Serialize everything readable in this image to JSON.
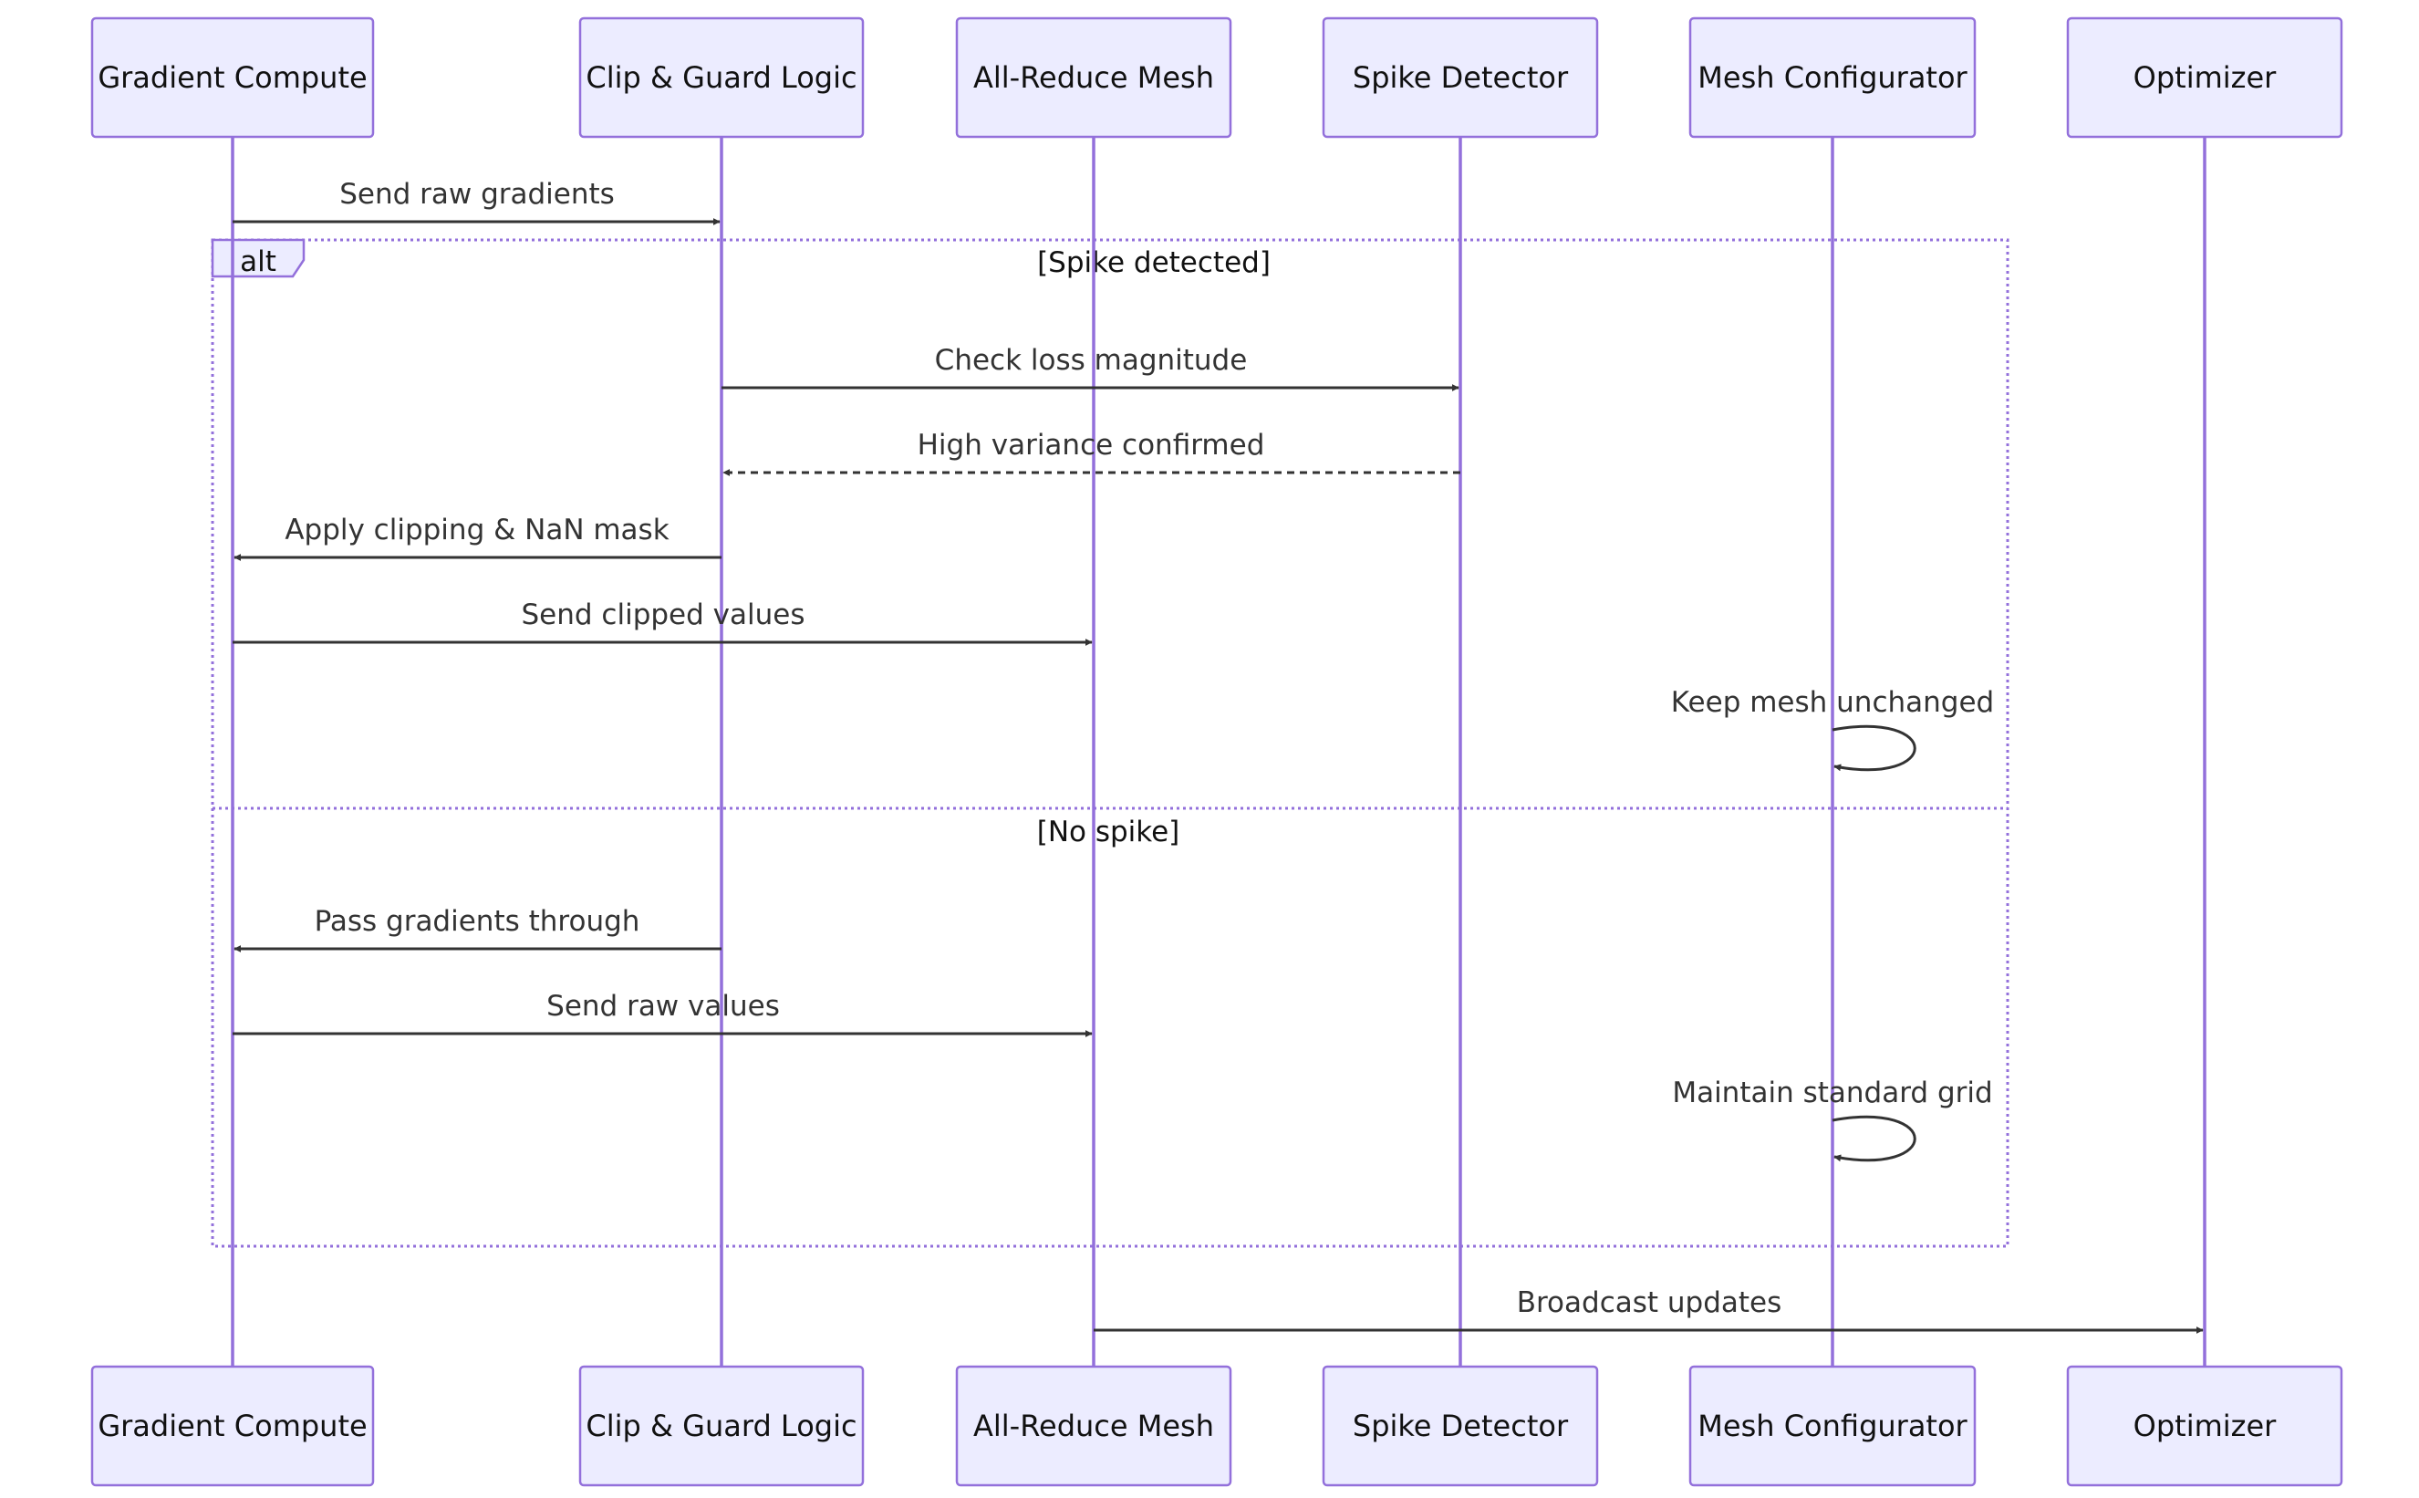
{
  "actors": [
    {
      "id": "grad",
      "label": "Gradient Compute"
    },
    {
      "id": "clip",
      "label": "Clip & Guard Logic"
    },
    {
      "id": "mesh",
      "label": "All-Reduce Mesh"
    },
    {
      "id": "spike",
      "label": "Spike Detector"
    },
    {
      "id": "config",
      "label": "Mesh Configurator"
    },
    {
      "id": "opt",
      "label": "Optimizer"
    }
  ],
  "messages": [
    {
      "from": "grad",
      "to": "clip",
      "label": "Send raw gradients",
      "style": "solid"
    },
    {
      "from": "clip",
      "to": "spike",
      "label": "Check loss magnitude",
      "style": "solid"
    },
    {
      "from": "spike",
      "to": "clip",
      "label": "High variance confirmed",
      "style": "dashed"
    },
    {
      "from": "clip",
      "to": "grad",
      "label": "Apply clipping & NaN mask",
      "style": "solid"
    },
    {
      "from": "grad",
      "to": "mesh",
      "label": "Send clipped values",
      "style": "solid"
    },
    {
      "from": "config",
      "to": "config",
      "label": "Keep mesh unchanged",
      "style": "self"
    },
    {
      "from": "clip",
      "to": "grad",
      "label": "Pass gradients through",
      "style": "solid"
    },
    {
      "from": "grad",
      "to": "mesh",
      "label": "Send raw values",
      "style": "solid"
    },
    {
      "from": "config",
      "to": "config",
      "label": "Maintain standard grid",
      "style": "self"
    },
    {
      "from": "mesh",
      "to": "opt",
      "label": "Broadcast updates",
      "style": "solid"
    }
  ],
  "alt_block": {
    "type": "alt",
    "sections": [
      {
        "condition": "[Spike detected]"
      },
      {
        "condition": "[No spike]"
      }
    ]
  },
  "colors": {
    "actor_fill": "#ececff",
    "actor_stroke": "#9370db",
    "lifeline": "#9370db",
    "arrow": "#333333"
  }
}
